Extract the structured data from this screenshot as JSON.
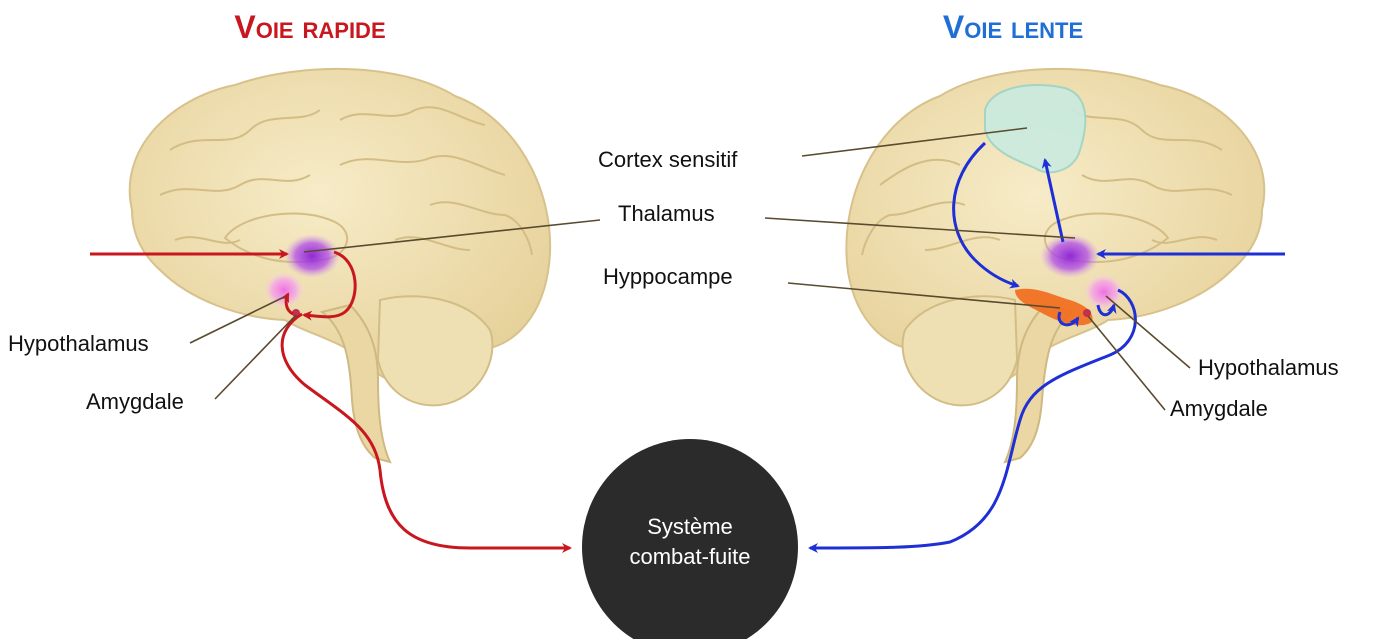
{
  "colors": {
    "fast": "#c8171e",
    "slow": "#1f2fd6",
    "brain": "#f1e2b4",
    "brain_outline": "#d8c28c",
    "hub": "#2b2b2b",
    "thalamus": "#a22fe0",
    "hypothalamus": "#f07ae8",
    "cortex": "#c9ebe0",
    "hippocampus": "#f26a1b",
    "leader": "#5a4a2e"
  },
  "left_panel": {
    "title": "Voie rapide",
    "labels": {
      "hypothalamus": "Hypothalamus",
      "amygdale": "Amygdale"
    }
  },
  "right_panel": {
    "title": "Voie lente",
    "labels": {
      "hypothalamus": "Hypothalamus",
      "amygdale": "Amygdale"
    }
  },
  "center_labels": {
    "cortex": "Cortex sensitif",
    "thalamus": "Thalamus",
    "hippocampe": "Hyppocampe"
  },
  "hub": {
    "line1": "Système",
    "line2": "combat-fuite"
  }
}
